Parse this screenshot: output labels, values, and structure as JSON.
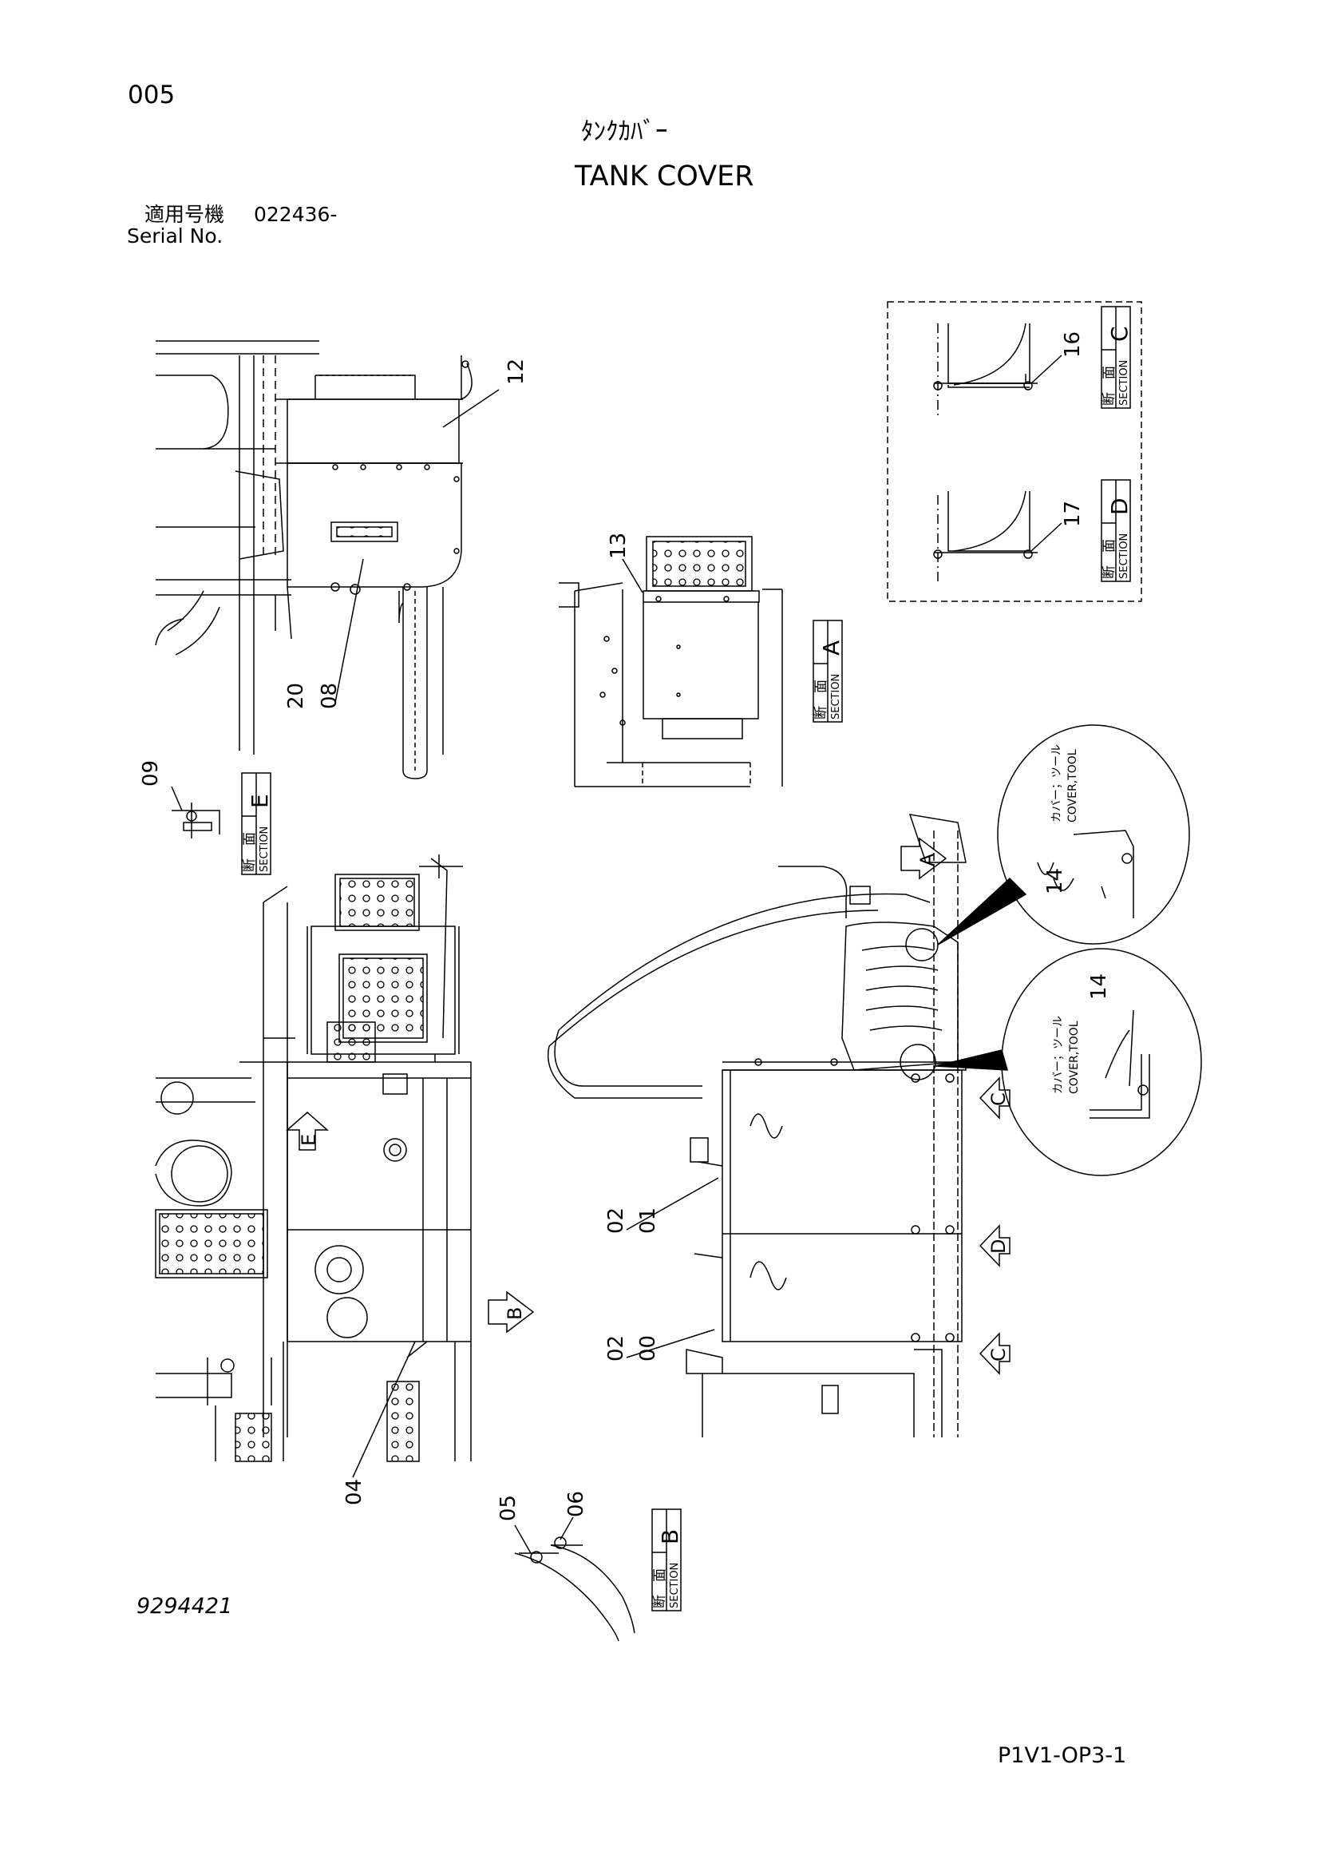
{
  "header": {
    "page_number": "005",
    "title_jp": "ﾀﾝｸｶﾊﾞｰ",
    "title_en": "TANK COVER",
    "serial_label_jp": "適用号機",
    "serial_value": "022436-",
    "serial_label_en": "Serial No."
  },
  "callouts": {
    "c12": "12",
    "c13": "13",
    "c16": "16",
    "c17": "17",
    "c20": "20",
    "c08": "08",
    "c09": "09",
    "c14a": "14",
    "c14b": "14",
    "c02a": "02",
    "c01": "01",
    "c02b": "02",
    "c00": "00",
    "c04": "04",
    "c05": "05",
    "c06": "06"
  },
  "sections": {
    "jp": "断",
    "jp2": "面",
    "word": "SECTION",
    "A": "A",
    "B": "B",
    "C": "C",
    "D": "D",
    "E": "E"
  },
  "arrows": {
    "A": "A",
    "B": "B",
    "C1": "C",
    "C2": "C",
    "D": "D",
    "E": "E"
  },
  "details": {
    "label_jp": "カバー；ツール",
    "label_en": "COVER,TOOL"
  },
  "footer": {
    "drawing_number": "9294421",
    "page_code": "P1V1-OP3-1"
  }
}
